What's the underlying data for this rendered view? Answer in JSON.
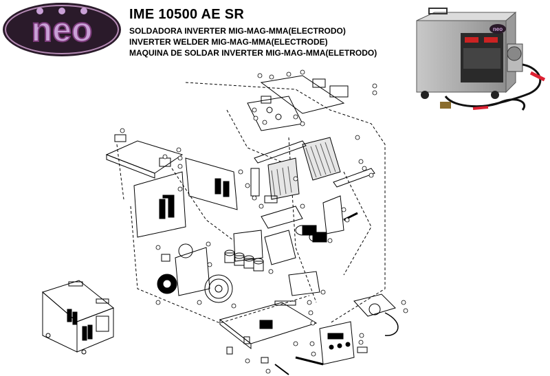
{
  "brand": {
    "logo_text": "neo",
    "accent_color": "#7b3a7a",
    "logo_bg": "#2a1a2a"
  },
  "header": {
    "model": "IME 10500 AE SR",
    "lines": [
      "SOLDADORA INVERTER MIG-MAG-MMA(ELECTRODO)",
      "INVERTER WELDER MIG-MAG-MMA(ELECTRODE)",
      "MAQUINA DE SOLDAR INVERTER MIG-MAG-MMA(ELETRODO)"
    ]
  },
  "product_photo": {
    "badge_text": "neo"
  }
}
